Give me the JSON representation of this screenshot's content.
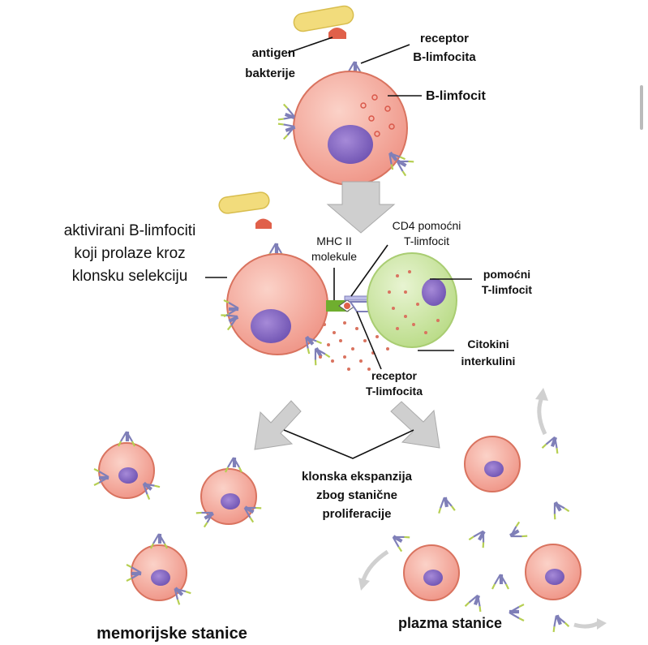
{
  "labels": {
    "antigen_line1": "antigen",
    "antigen_line2": "bakterije",
    "receptor_b_line1": "receptor",
    "receptor_b_line2": "B-limfocita",
    "b_limfocit": "B-limfocit",
    "activated_line1": "aktivirani B-limfociti",
    "activated_line2": "koji prolaze kroz",
    "activated_line3": "klonsku selekciju",
    "mhc_line1": "MHC II",
    "mhc_line2": "molekule",
    "cd4_line1": "CD4 pomoćni",
    "cd4_line2": "T-limfocit",
    "helper_line1": "pomoćni",
    "helper_line2": "T-limfocit",
    "cytokine_line1": "Citokini",
    "cytokine_line2": "interkulini",
    "receptor_t_line1": "receptor",
    "receptor_t_line2": "T-limfocita",
    "expansion_line1": "klonska ekspanzija",
    "expansion_line2": "zbog stanične",
    "expansion_line3": "proliferacije",
    "memory": "memorijske stanice",
    "plasma": "plazma stanice"
  },
  "colors": {
    "b_cell": "#f3a497",
    "b_cell_edge": "#d9735f",
    "t_cell": "#cfe6a6",
    "nucleus": "#8b6cc6",
    "bacterium": "#f2dc7c",
    "antigen": "#e0604a",
    "arrow": "#c8c8c8",
    "mhc": "#6fae2e"
  }
}
